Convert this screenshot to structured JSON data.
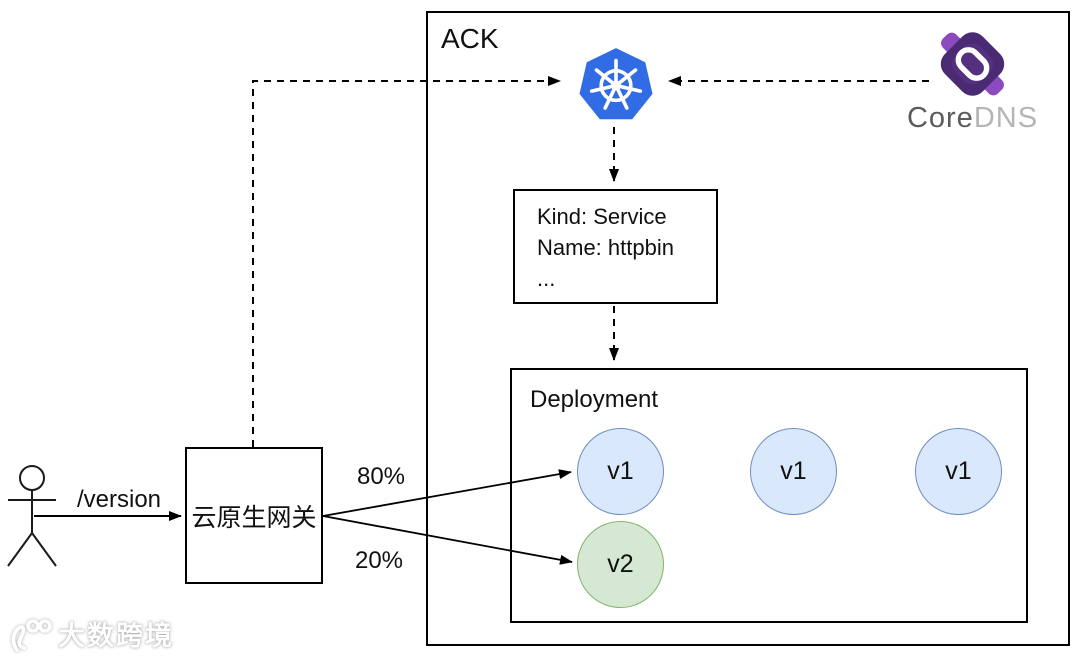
{
  "cluster": {
    "label": "ACK"
  },
  "kubernetes": {
    "icon": "kubernetes-logo",
    "color": "#326ce5"
  },
  "coredns": {
    "icon": "coredns-logo",
    "label_primary": "Core",
    "label_secondary": "DNS"
  },
  "service_card": {
    "lines": [
      "Kind: Service",
      "Name: httpbin",
      "..."
    ]
  },
  "deployment": {
    "label": "Deployment",
    "pods": [
      {
        "label": "v1",
        "variant": "v1"
      },
      {
        "label": "v1",
        "variant": "v1"
      },
      {
        "label": "v1",
        "variant": "v1"
      },
      {
        "label": "v2",
        "variant": "v2"
      }
    ]
  },
  "gateway": {
    "label": "云原生网关"
  },
  "client": {
    "request_path": "/version"
  },
  "traffic_split": {
    "to_v1": "80%",
    "to_v2": "20%"
  },
  "watermark": {
    "icon": "dashukuajing-logo",
    "label": "大数跨境"
  },
  "colors": {
    "pod_v1_fill": "#dae8fc",
    "pod_v1_border": "#6c8ebf",
    "pod_v2_fill": "#d5e8d4",
    "pod_v2_border": "#82b366",
    "kubernetes_blue": "#326ce5",
    "coredns_purple_dark": "#4a2a72",
    "coredns_purple_light": "#8b4bbf",
    "coredns_text_primary": "#5b5b5b",
    "coredns_text_secondary": "#b5b5b5",
    "line_color": "#000000"
  }
}
